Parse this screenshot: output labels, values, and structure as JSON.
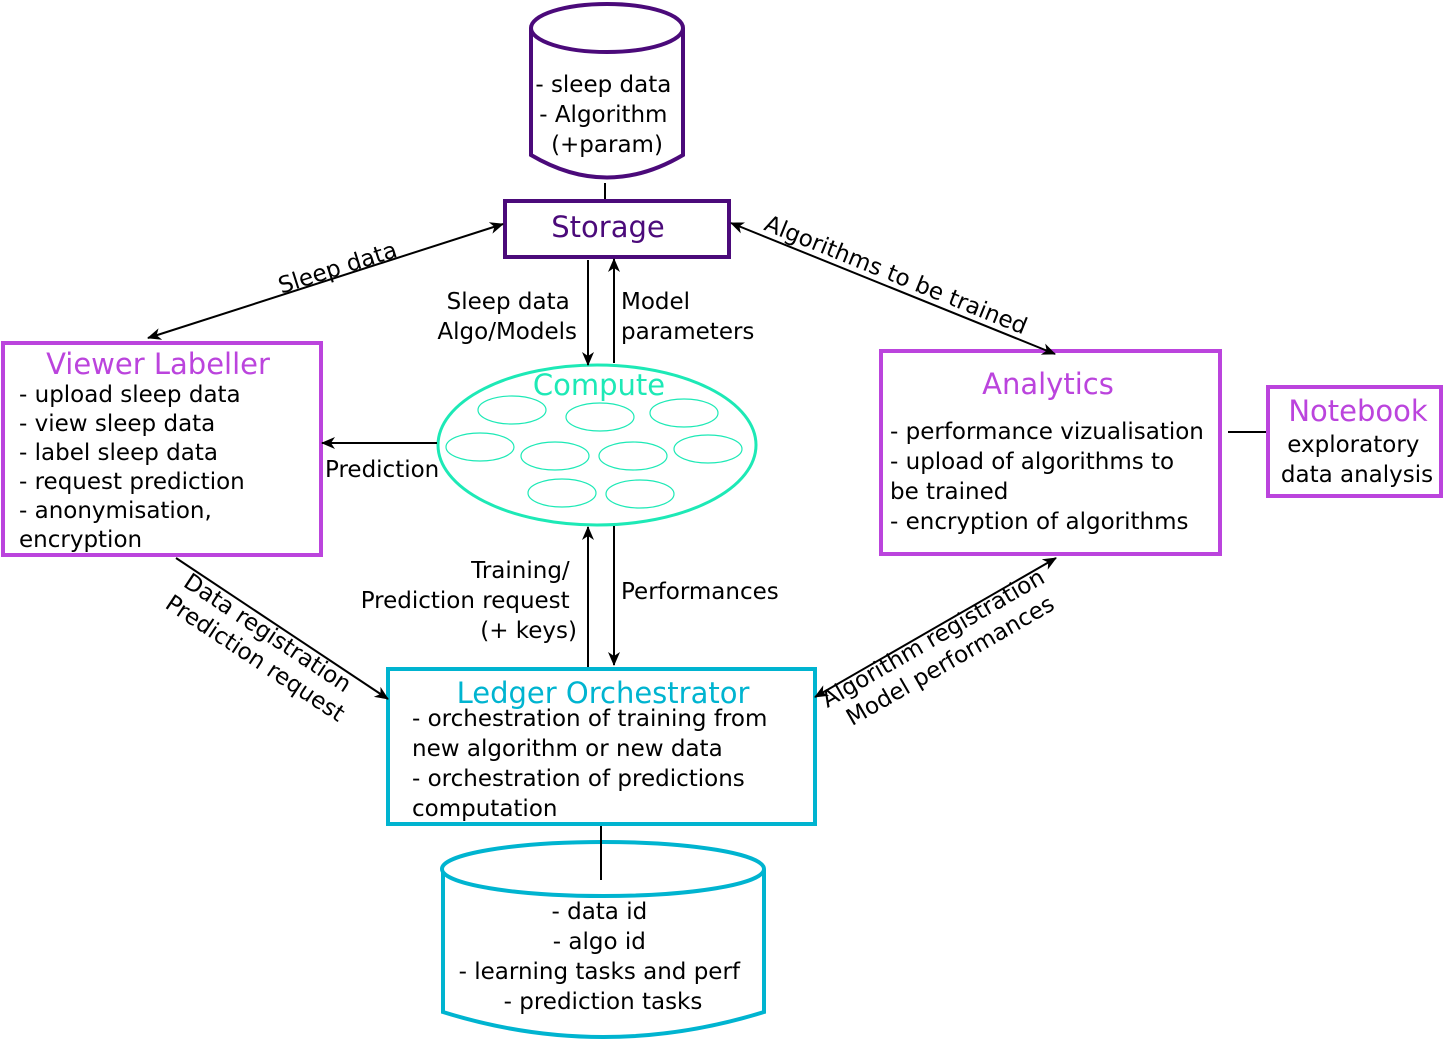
{
  "colors": {
    "storage": "#4b0a7a",
    "viewer": "#bb44dd",
    "analytics": "#bb44dd",
    "notebook": "#bb44dd",
    "compute": "#1de9b6",
    "ledger": "#00b4d0",
    "arrow": "#000000"
  },
  "storage_db": {
    "lines": [
      "- sleep data",
      "- Algorithm",
      "(+param)"
    ]
  },
  "storage": {
    "title": "Storage"
  },
  "compute": {
    "title": "Compute"
  },
  "viewer": {
    "title": "Viewer Labeller",
    "items": [
      "- upload sleep data",
      "- view sleep data",
      "- label sleep data",
      "- request prediction",
      "- anonymisation,",
      "encryption"
    ]
  },
  "analytics": {
    "title": "Analytics",
    "items": [
      "- performance vizualisation",
      "- upload of algorithms to",
      "be trained",
      "- encryption of algorithms"
    ]
  },
  "notebook": {
    "title": "Notebook",
    "lines": [
      "exploratory",
      "data analysis"
    ]
  },
  "ledger": {
    "title": "Ledger Orchestrator",
    "items": [
      "- orchestration of training  from",
      "new algorithm or new data",
      "- orchestration of predictions",
      "computation"
    ]
  },
  "ledger_db": {
    "lines": [
      "- data id",
      "- algo id",
      "- learning tasks and perf",
      "- prediction tasks"
    ]
  },
  "edges": {
    "sleep_data": "Sleep data",
    "algorithms_to_train": "Algorithms to be trained",
    "storage_to_compute": [
      "Sleep data",
      "Algo/Models"
    ],
    "compute_to_storage": [
      "Model",
      "parameters"
    ],
    "prediction": "Prediction",
    "training_request": [
      "Training/",
      "Prediction request",
      "(+ keys)"
    ],
    "performances": "Performances",
    "data_registration": [
      "Data registration",
      "Prediction request"
    ],
    "algorithm_registration": [
      "Algorithm registration",
      "Model performances"
    ]
  }
}
